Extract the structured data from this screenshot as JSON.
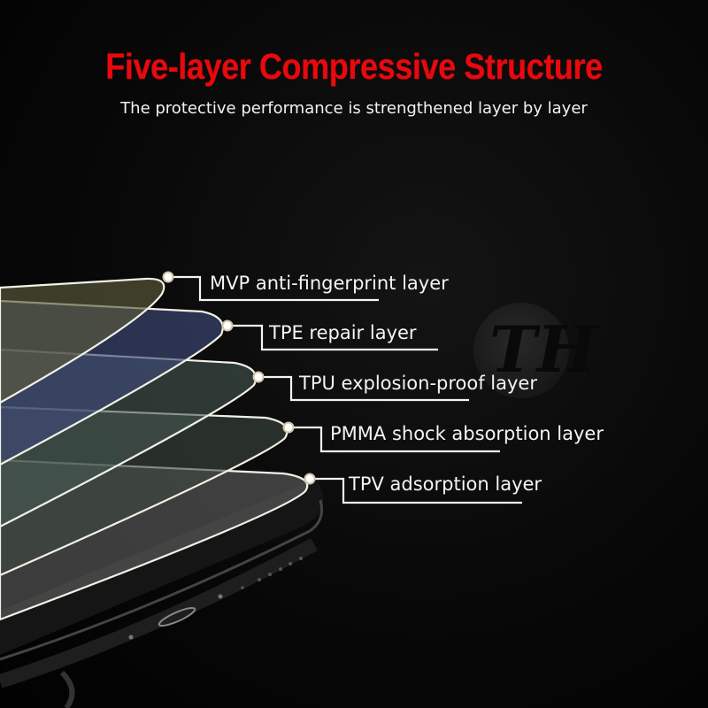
{
  "header": {
    "title": "Five-layer Compressive Structure",
    "subtitle": "The protective performance is strengthened layer by layer"
  },
  "layers": [
    {
      "label": "MVP anti-fingerprint layer",
      "tint": "#4a4a34"
    },
    {
      "label": "TPE repair layer",
      "tint": "#2c3152"
    },
    {
      "label": "TPU explosion-proof layer",
      "tint": "#2e3a36"
    },
    {
      "label": "PMMA shock absorption layer",
      "tint": "#27302b"
    },
    {
      "label": "TPV adsorption layer",
      "tint": "#3a3a3a"
    }
  ],
  "watermark": {
    "glyph": "TH"
  },
  "colors": {
    "title": "#e8090e",
    "text": "#f4f4f4",
    "background": "#050505"
  }
}
